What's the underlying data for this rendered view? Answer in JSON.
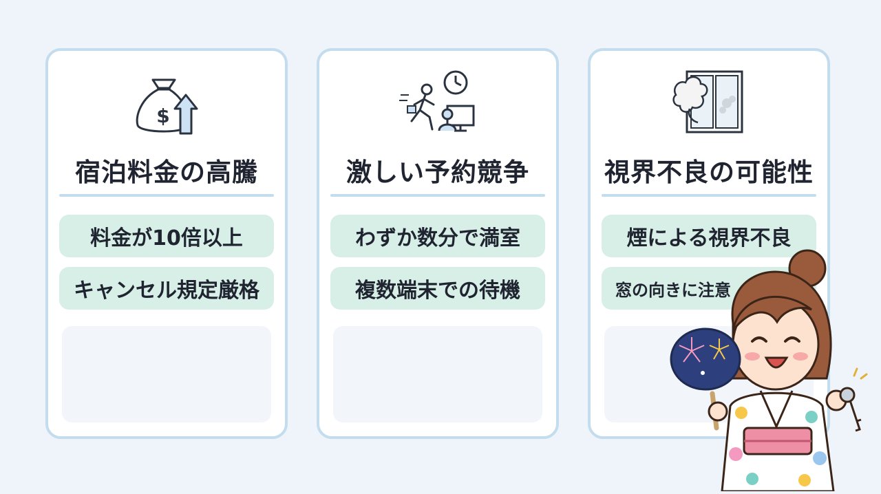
{
  "cards": [
    {
      "icon": "money-bag-arrow-up-icon",
      "title": "宿泊料金の高騰",
      "points": [
        "料金が10倍以上",
        "キャンセル規定厳格"
      ]
    },
    {
      "icon": "running-clock-computer-icon",
      "title": "激しい予約競争",
      "points": [
        "わずか数分で満室",
        "複数端末での待機"
      ]
    },
    {
      "icon": "smoke-window-icon",
      "title": "視界不良の可能性",
      "points": [
        "煙による視界不良",
        "窓の向きに注意"
      ]
    }
  ],
  "mascot": {
    "icon": "yukata-girl-fireworks-fan-key-icon"
  },
  "colors": {
    "background": "#eef4f9",
    "card_border": "#c3dcee",
    "pill": "#d7efe6",
    "text": "#1f2430"
  }
}
